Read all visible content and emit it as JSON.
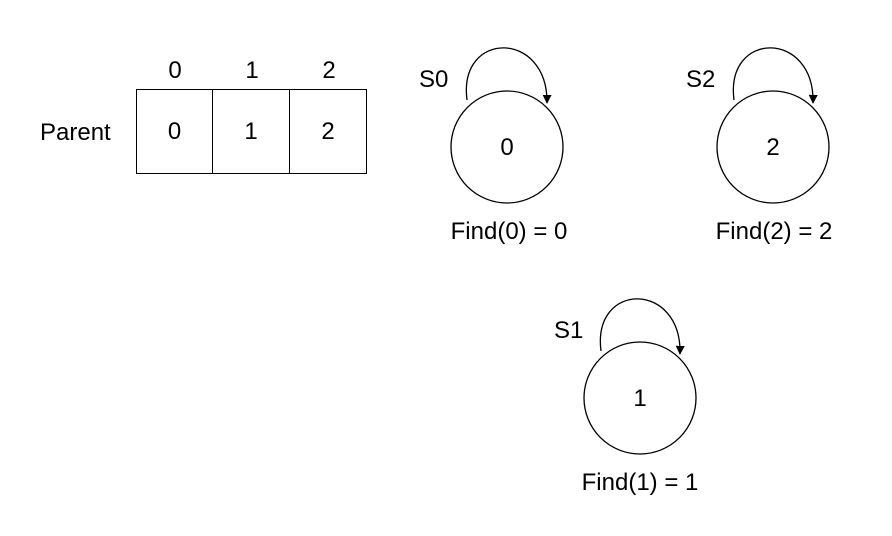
{
  "array": {
    "row_label": "Parent",
    "indices": [
      "0",
      "1",
      "2"
    ],
    "values": [
      "0",
      "1",
      "2"
    ]
  },
  "nodes": [
    {
      "set_label": "S0",
      "value": "0",
      "find_label": "Find(0) = 0"
    },
    {
      "set_label": "S2",
      "value": "2",
      "find_label": "Find(2) = 2"
    },
    {
      "set_label": "S1",
      "value": "1",
      "find_label": "Find(1) = 1"
    }
  ],
  "colors": {
    "stroke": "#000000",
    "background": "#ffffff"
  }
}
